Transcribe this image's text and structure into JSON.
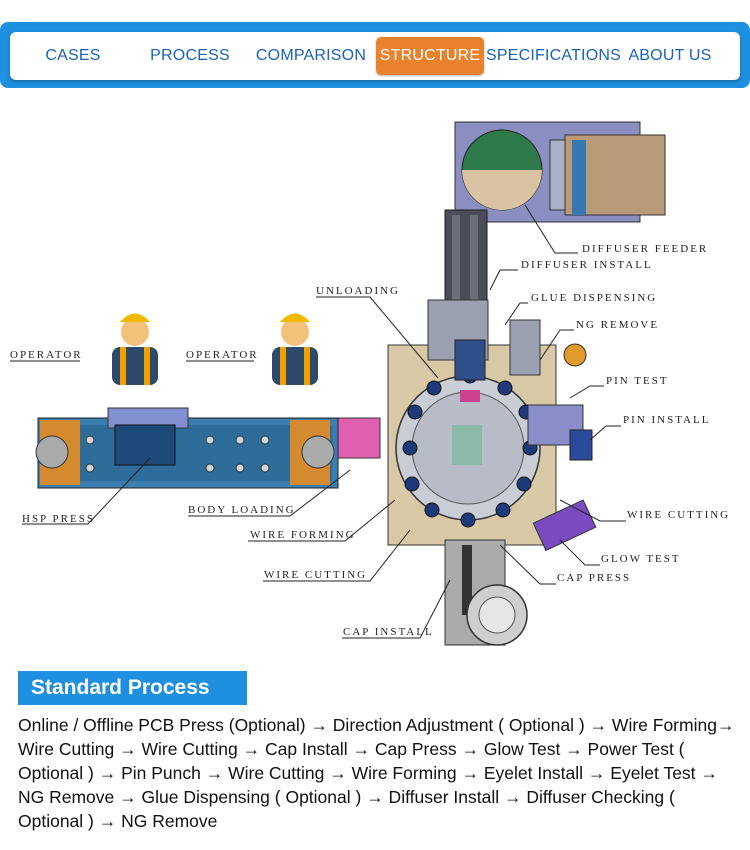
{
  "nav": {
    "items": [
      {
        "label": "CASES"
      },
      {
        "label": "PROCESS"
      },
      {
        "label": "COMPARISON"
      },
      {
        "label": "STRUCTURE"
      },
      {
        "label": "SPECIFICATIONS"
      },
      {
        "label": "ABOUT US"
      }
    ],
    "active": "STRUCTURE"
  },
  "diagram": {
    "labels": {
      "diffuser_feeder": "DIFFUSER FEEDER",
      "diffuser_install": "DIFFUSER INSTALL",
      "unloading": "UNLOADING",
      "glue_dispensing": "GLUE DISPENSING",
      "ng_remove": "NG REMOVE",
      "operator_1": "OPERATOR",
      "operator_2": "OPERATOR",
      "pin_test": "PIN TEST",
      "pin_install": "PIN INSTALL",
      "hsp_press": "HSP PRESS",
      "body_loading": "BODY LOADING",
      "wire_forming": "WIRE FORMING",
      "wire_cutting_right": "WIRE CUTTING",
      "glow_test": "GLOW TEST",
      "wire_cutting_left": "WIRE CUTTING",
      "cap_press": "CAP PRESS",
      "cap_install": "CAP INSTALL"
    }
  },
  "section": {
    "title": "Standard Process",
    "description": "Online / Offline PCB Press (Optional) → Direction Adjustment ( Optional ) → Wire Forming→ Wire Cutting → Wire Cutting → Cap Install → Cap Press → Glow Test → Power Test ( Optional ) → Pin Punch → Wire Cutting → Wire Forming → Eyelet Install → Eyelet Test → NG Remove → Glue Dispensing ( Optional ) → Diffuser Install → Diffuser Checking ( Optional ) → NG Remove"
  },
  "colors": {
    "nav_frame": "#1f8fe0",
    "nav_text": "#1a62b8",
    "active_tab": "#e8822c",
    "title_bg": "#1f8fe0"
  }
}
